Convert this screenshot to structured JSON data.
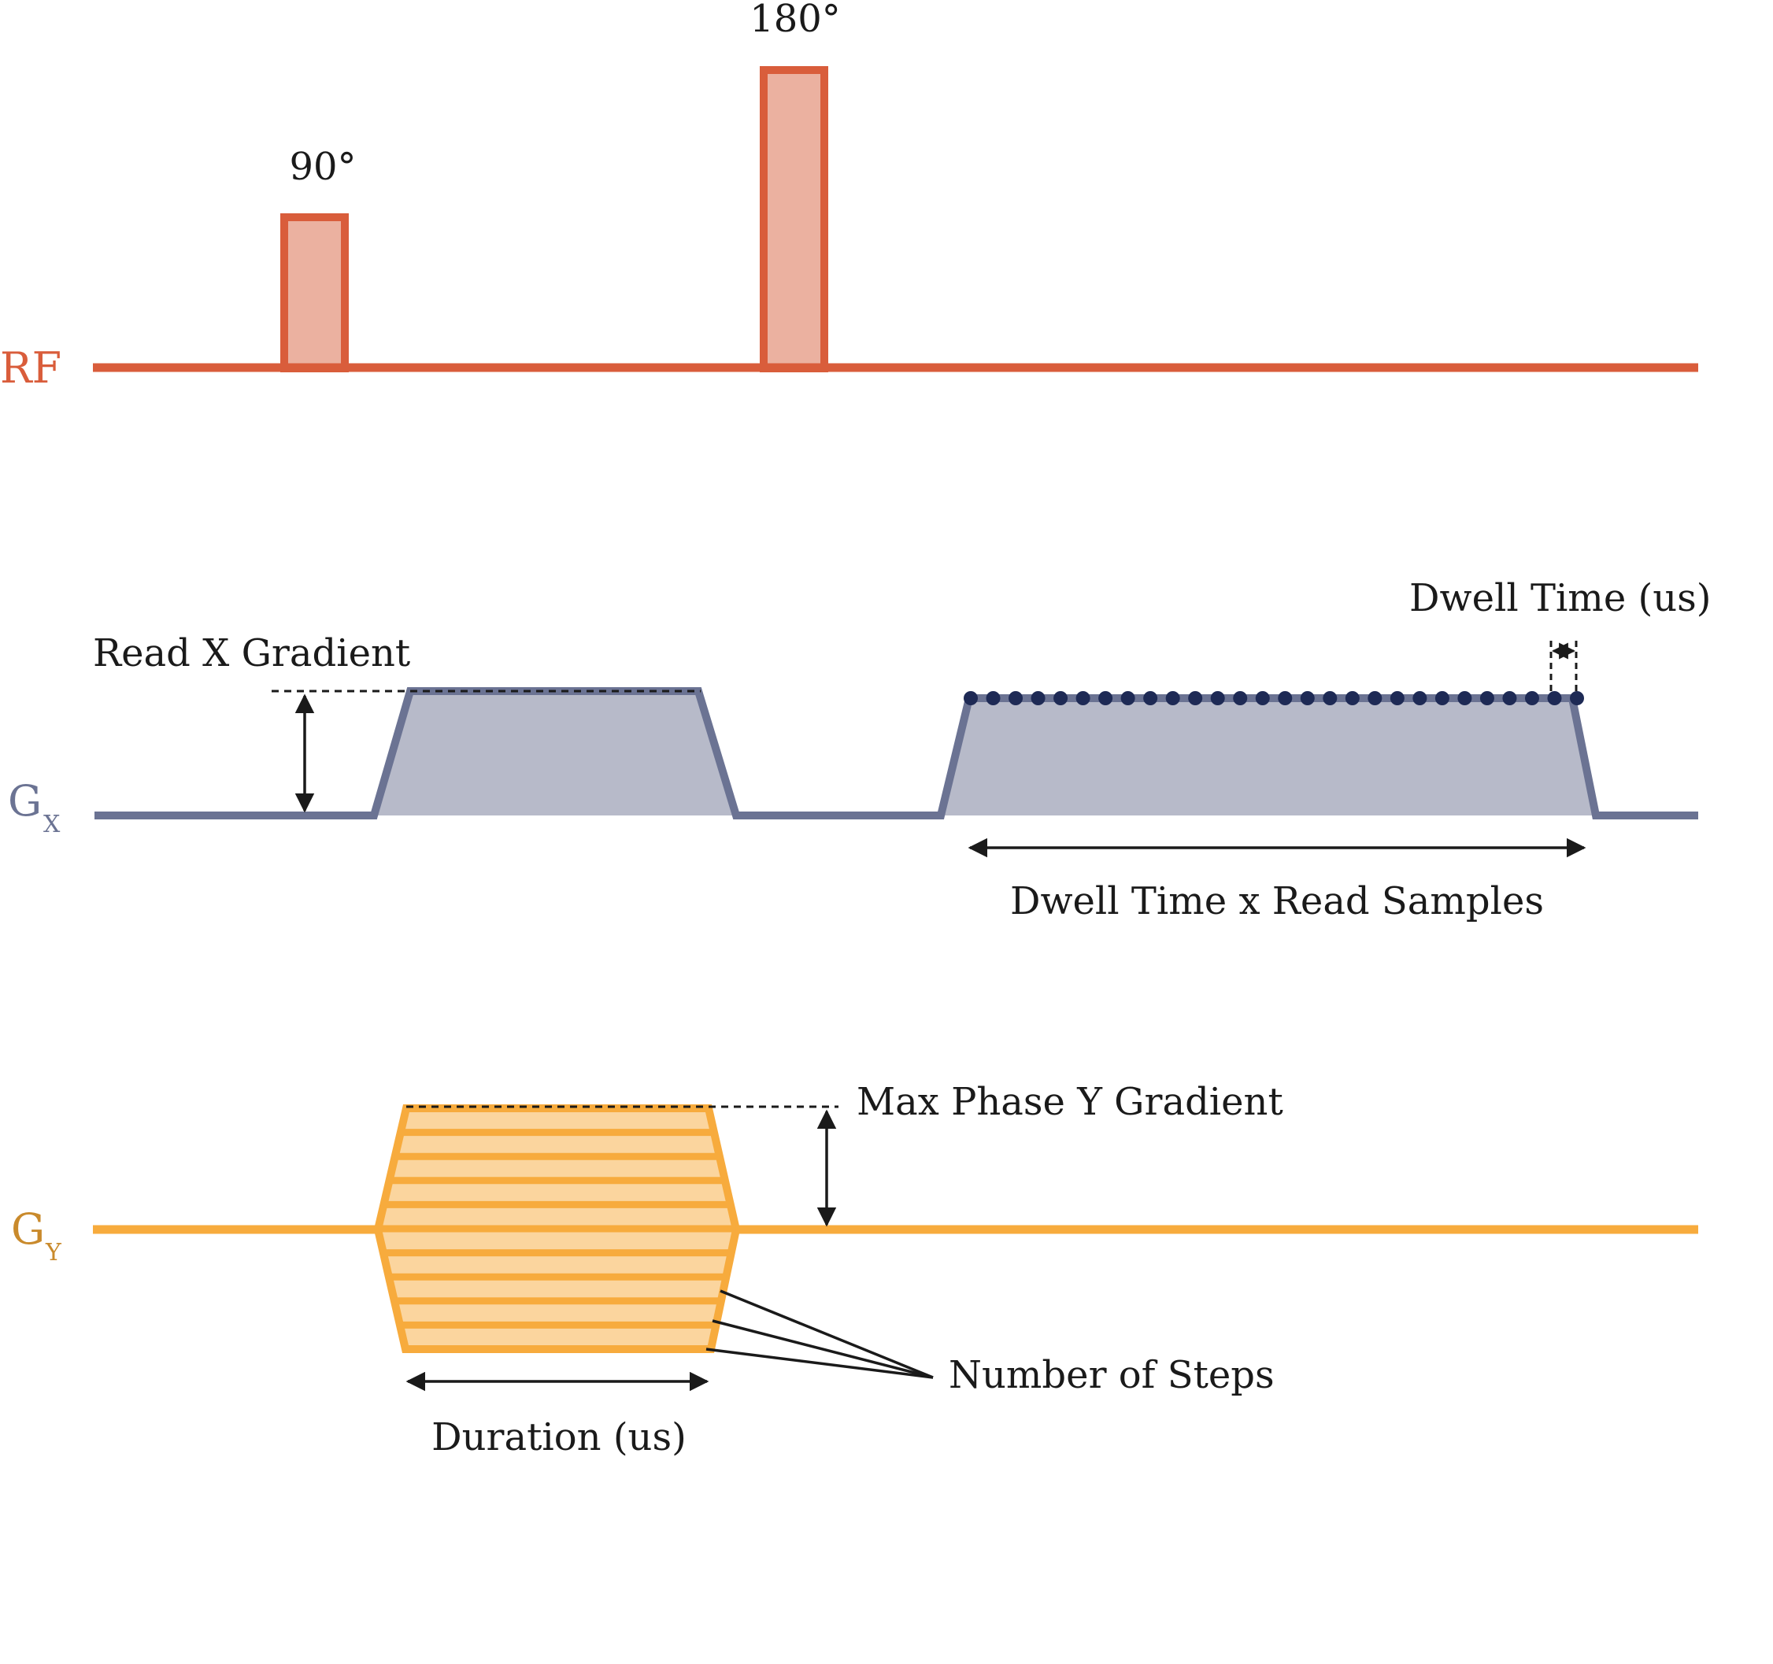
{
  "colors": {
    "rf": "#d95d3b",
    "rf_fill": "#ebb1a0",
    "gx": "#6b7393",
    "gx_fill": "#b7bac9",
    "dots": "#1e2a55",
    "gy": "#f7ab3d",
    "gy_fill": "#fbd59e",
    "ink": "#1a1a1a"
  },
  "channels": {
    "rf": {
      "label": "RF"
    },
    "gx": {
      "label": "G",
      "sub": "X"
    },
    "gy": {
      "label": "G",
      "sub": "Y"
    }
  },
  "rf_pulses": [
    {
      "label": "90°"
    },
    {
      "label": "180°"
    }
  ],
  "annotations": {
    "read_x_gradient": "Read X Gradient",
    "dwell_time": "Dwell Time (us)",
    "dwell_time_x_read_samples": "Dwell Time x Read Samples",
    "max_phase_y_gradient": "Max Phase Y Gradient",
    "number_of_steps": "Number of Steps",
    "duration": "Duration (us)"
  },
  "readout_sample_count": 28,
  "phase_step_lines": 9
}
